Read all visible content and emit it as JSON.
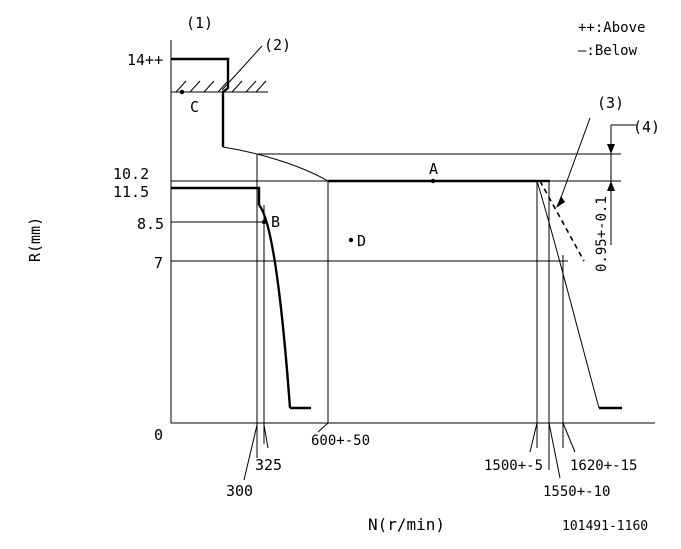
{
  "header": {
    "ref1": "(1)",
    "ref2": "(2)",
    "ref3": "(3)",
    "ref4": "(4)",
    "legend_above": "++:Above",
    "legend_below": "—:Below"
  },
  "axes": {
    "ylabel": "R(mm)",
    "xlabel": "N(r/min)",
    "y_ticks": [
      "14++",
      "10.2",
      "11.5",
      "8.5",
      "7",
      "0"
    ],
    "x_ticks": [
      "300",
      "325",
      "600+-50",
      "1500+-5",
      "1550+-10",
      "1620+-15"
    ]
  },
  "points": {
    "A": "A",
    "B": "B",
    "C": "C",
    "D": "D"
  },
  "tolerance_label": "0.95+-0.1",
  "drawing_number": "101491-1160"
}
